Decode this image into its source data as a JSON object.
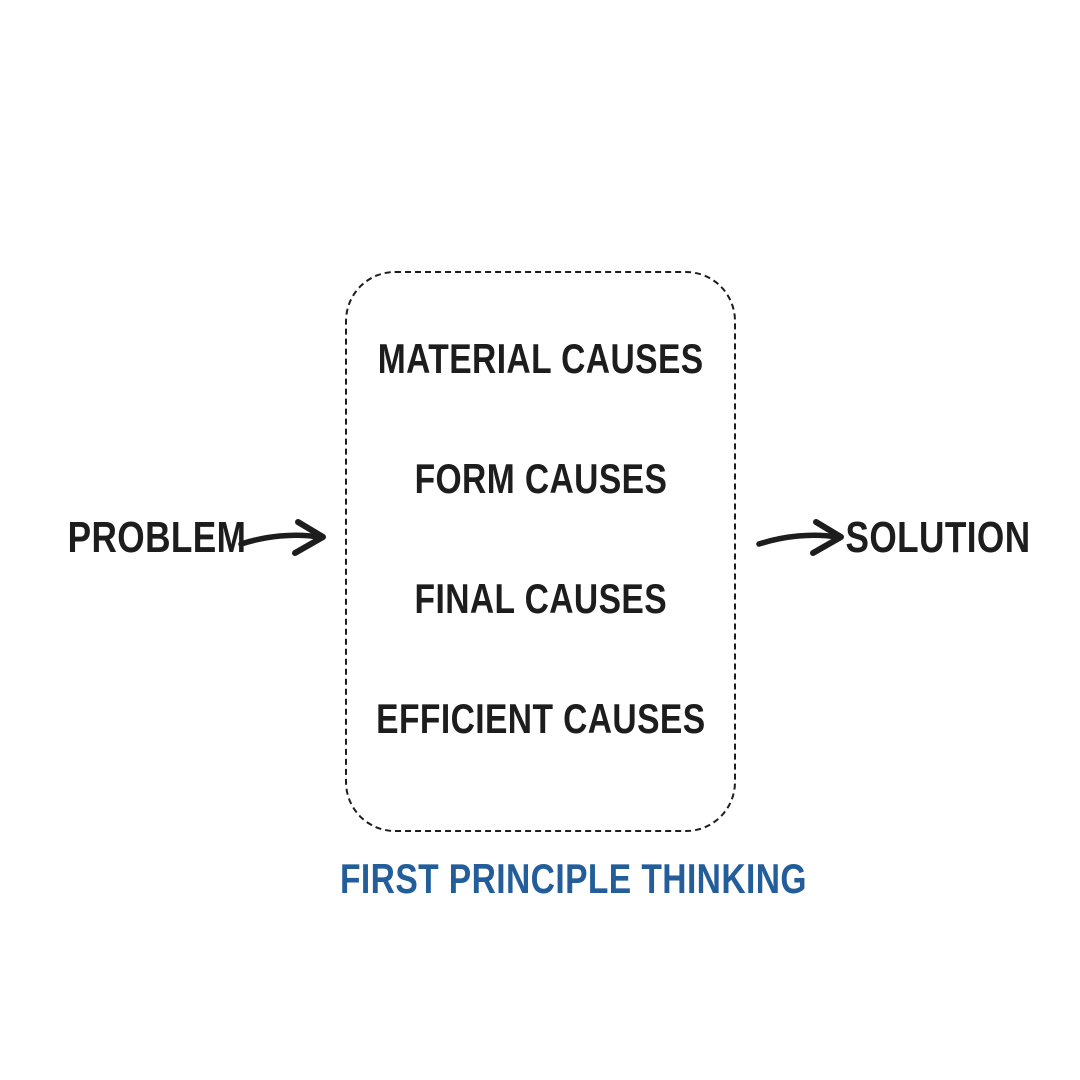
{
  "colors": {
    "ink": "#1d1d1d",
    "accent": "#235e9b",
    "background": "#ffffff"
  },
  "diagram": {
    "input": {
      "label": "PROBLEM"
    },
    "output": {
      "label": "SOLUTION"
    },
    "arrows": [
      {
        "name": "input-arrow-icon",
        "direction": "right"
      },
      {
        "name": "output-arrow-icon",
        "direction": "right"
      }
    ],
    "box": {
      "border_style": "dashed",
      "items": [
        {
          "label": "MATERIAL CAUSES"
        },
        {
          "label": "FORM CAUSES"
        },
        {
          "label": "FINAL CAUSES"
        },
        {
          "label": "EFFICIENT CAUSES"
        }
      ]
    },
    "caption": {
      "label": "FIRST PRINCIPLE THINKING"
    }
  }
}
